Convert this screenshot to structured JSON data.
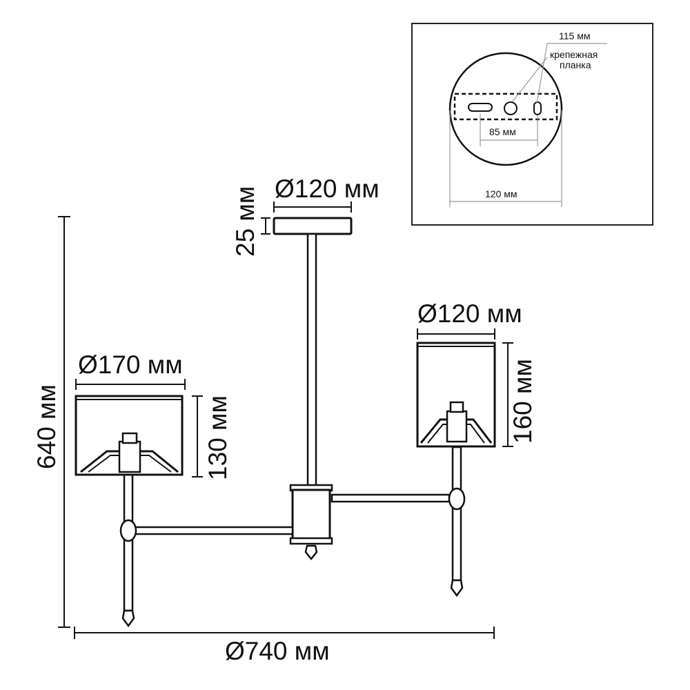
{
  "main_view": {
    "canopy_diameter": "Ø120 мм",
    "canopy_height": "25 мм",
    "left_shade_diameter": "Ø170 мм",
    "left_shade_height": "130 мм",
    "right_shade_diameter": "Ø120 мм",
    "right_shade_height": "160 мм",
    "total_height": "640 мм",
    "total_diameter": "Ø740 мм"
  },
  "inset": {
    "hole_spacing": "115 мм",
    "bracket_label_line1": "крепежная",
    "bracket_label_line2": "планка",
    "slot_spacing": "85 мм",
    "base_diameter": "120 мм"
  }
}
